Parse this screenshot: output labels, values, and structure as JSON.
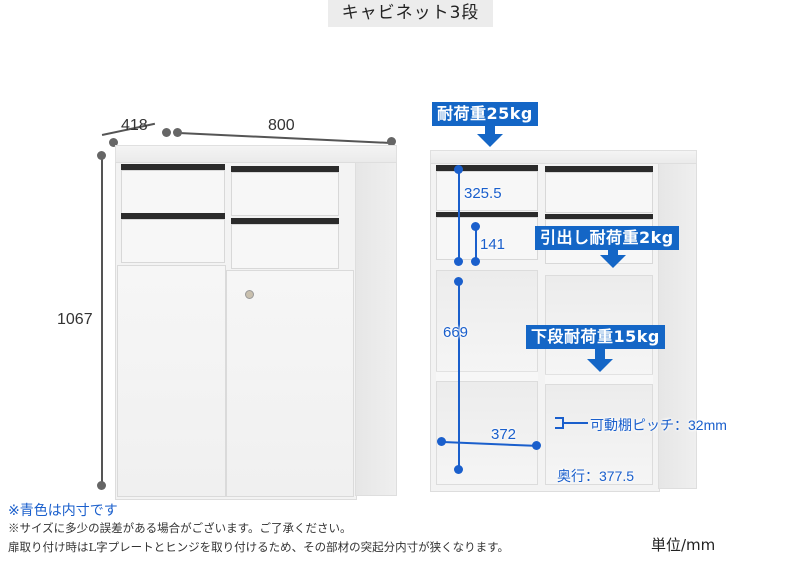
{
  "title": "キャビネット3段",
  "left_cabinet": {
    "dimensions": {
      "depth": "418",
      "width": "800",
      "height": "1067"
    }
  },
  "right_cabinet": {
    "labels": {
      "top_load": "耐荷重25kg",
      "drawer_load": "引出し耐荷重2kg",
      "lower_load": "下段耐荷重15kg"
    },
    "inner_dimensions": {
      "drawer_section_height": "325.5",
      "drawer_inner_height": "141",
      "lower_section_height": "669",
      "inner_width": "372",
      "shelf_pitch": "可動棚ピッチ：32mm",
      "inner_depth": "奥行：377.5"
    }
  },
  "notes": {
    "blue_note": "※青色は内寸です",
    "note_1": "※サイズに多少の誤差がある場合がございます。ご了承ください。",
    "note_2": "扉取り付け時はL字プレートとヒンジを取り付けるため、その部材の突起分内寸が狭くなります。"
  },
  "unit": "単位/mm",
  "colors": {
    "accent_blue": "#1466c6",
    "dimension_blue": "#1a5fcc",
    "dimension_gray": "#555555",
    "title_bg": "#ececec"
  }
}
